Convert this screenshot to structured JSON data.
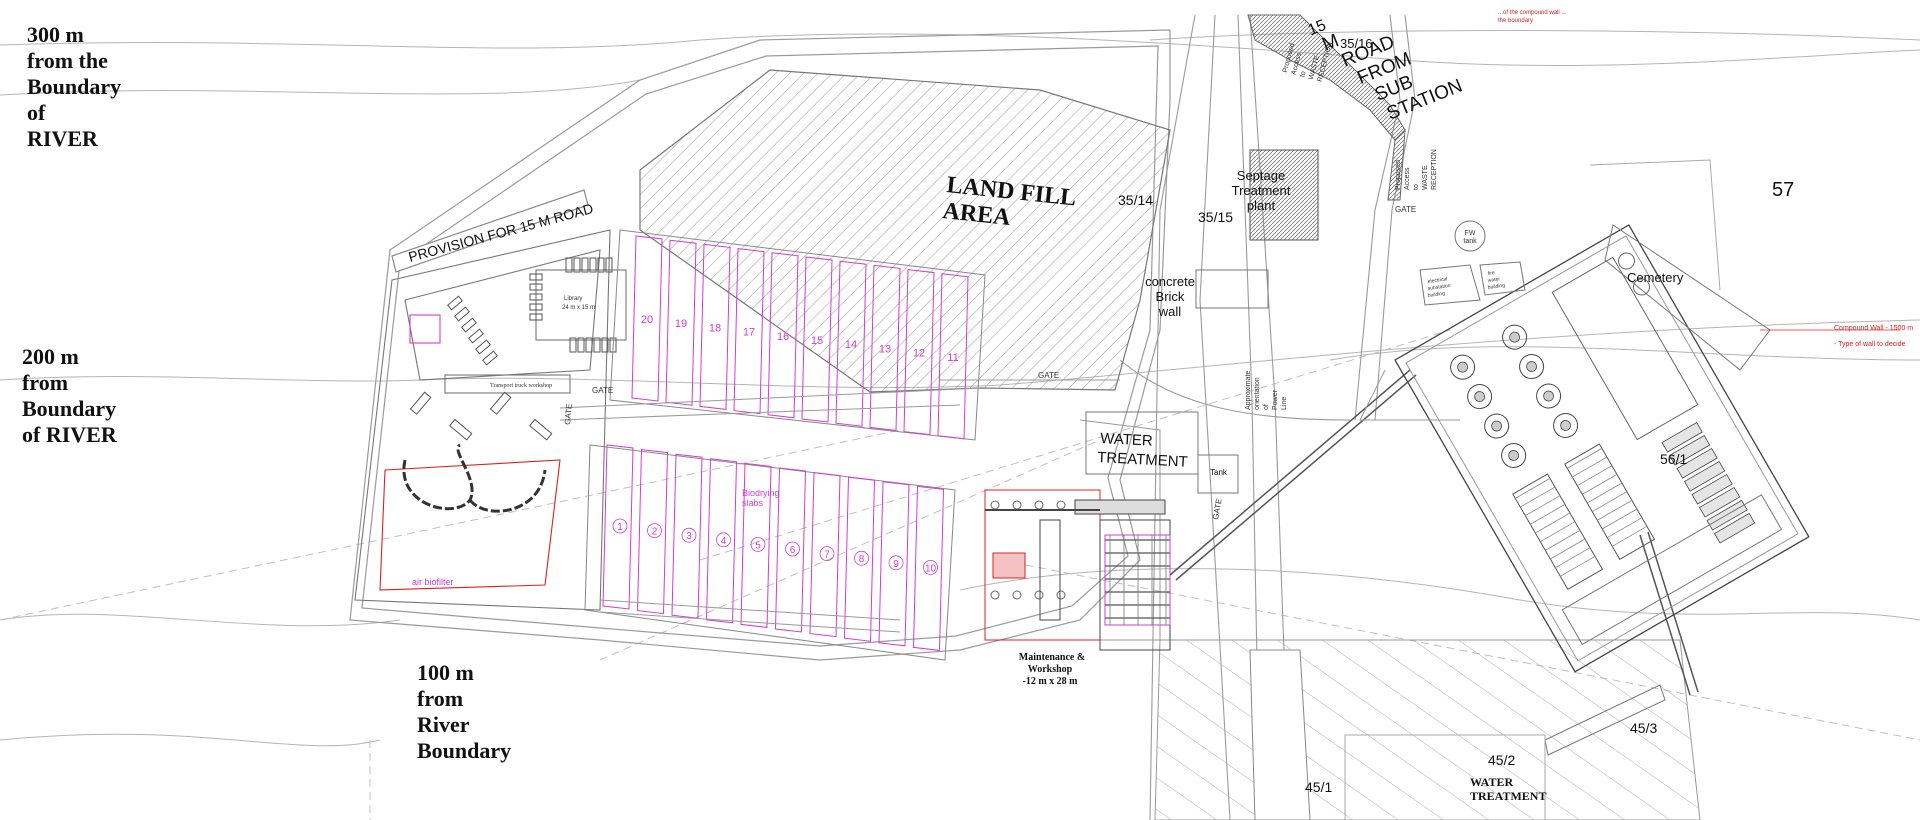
{
  "river_labels": {
    "r300": "300 m\nfrom the\nBoundary\nof\nRIVER",
    "r200": "200 m\nfrom\nBoundary\nof RIVER",
    "r100": "100 m\nfrom\nRiver\nBoundary"
  },
  "road_label": "PROVISION FOR 15 M ROAD",
  "landfill_label": [
    "LAND FILL",
    "AREA"
  ],
  "plots": {
    "p3514": "35/14",
    "p3515": "35/15",
    "p3516": "35/16",
    "p57": "57",
    "p561": "56/1",
    "p451": "45/1",
    "p452": "45/2",
    "p453": "45/3"
  },
  "substation_road": [
    "15",
    "M",
    "ROAD",
    "FROM",
    "SUB",
    "STATION"
  ],
  "septage": [
    "Septage",
    "Treatment",
    "plant"
  ],
  "brick_wall": [
    "concrete",
    "Brick",
    "wall"
  ],
  "water_treatment": [
    "WATER",
    "TREATMENT"
  ],
  "water_treatment_bottom": [
    "WATER",
    "TREATMENT"
  ],
  "cemetery": "Cemetery",
  "tank": "Tank",
  "fw_tank": [
    "FW",
    "tank"
  ],
  "gate": "GATE",
  "maintenance": [
    "Maintenance &",
    "Workshop",
    "-12 m x 28 m"
  ],
  "air_biofilter": "air biofilter",
  "biodrying": [
    "Biodrying",
    "slabs"
  ],
  "upper_slabs": [
    "20",
    "19",
    "18",
    "17",
    "16",
    "15",
    "14",
    "13",
    "12",
    "11"
  ],
  "lower_slabs": [
    "1",
    "2",
    "3",
    "4",
    "5",
    "6",
    "7",
    "8",
    "9",
    "10"
  ],
  "compound_wall": [
    "Compound Wall - 1500 m",
    "- Type of wall to decide"
  ],
  "top_note": [
    "...of the compound wall ...",
    "the boundary"
  ],
  "proposed_access_left": [
    "Proposed",
    "Access",
    "to",
    "WASTE",
    "RECEPTION"
  ],
  "proposed_access_right": [
    "Proposed",
    "Access",
    "to",
    "WASTE",
    "RECEPTION"
  ],
  "pipeline_label": [
    "Approximate",
    "orientation",
    "of",
    "Power",
    "Line"
  ],
  "parking_label": [
    "Library",
    "24 m x 15 m"
  ],
  "transfer_label": "Transport truck workshop",
  "electrical_label": [
    "electrical",
    "substation",
    "building"
  ],
  "fire_label": [
    "fire",
    "water",
    "building"
  ],
  "colors": {
    "line": "#8a8a8a",
    "dark": "#333333",
    "magenta": "#d23cd2",
    "red": "#e02020",
    "hatch": "#9a9a9a"
  }
}
